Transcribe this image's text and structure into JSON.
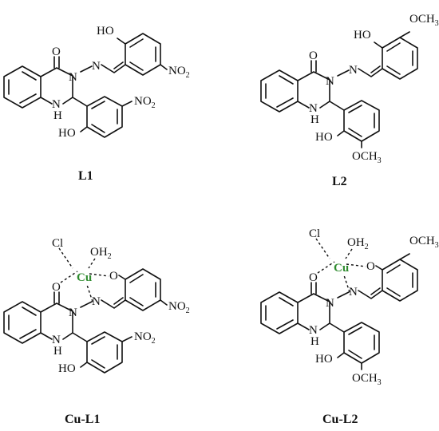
{
  "colors": {
    "ink": "#111111",
    "copper": "#2e8b2e"
  },
  "atoms": {
    "O": "O",
    "N": "N",
    "H": "H",
    "NH": "N",
    "HO": "HO",
    "Cl": "Cl",
    "Cu": "Cu",
    "OH2_base": "OH",
    "OH2_sub": "2",
    "NO2_base": "NO",
    "NO2_sub": "2",
    "OCH3_base": "OCH",
    "OCH3_sub": "3"
  },
  "captions": {
    "l1": "L1",
    "l2": "L2",
    "cul1": "Cu-L1",
    "cul2": "Cu-L2"
  }
}
